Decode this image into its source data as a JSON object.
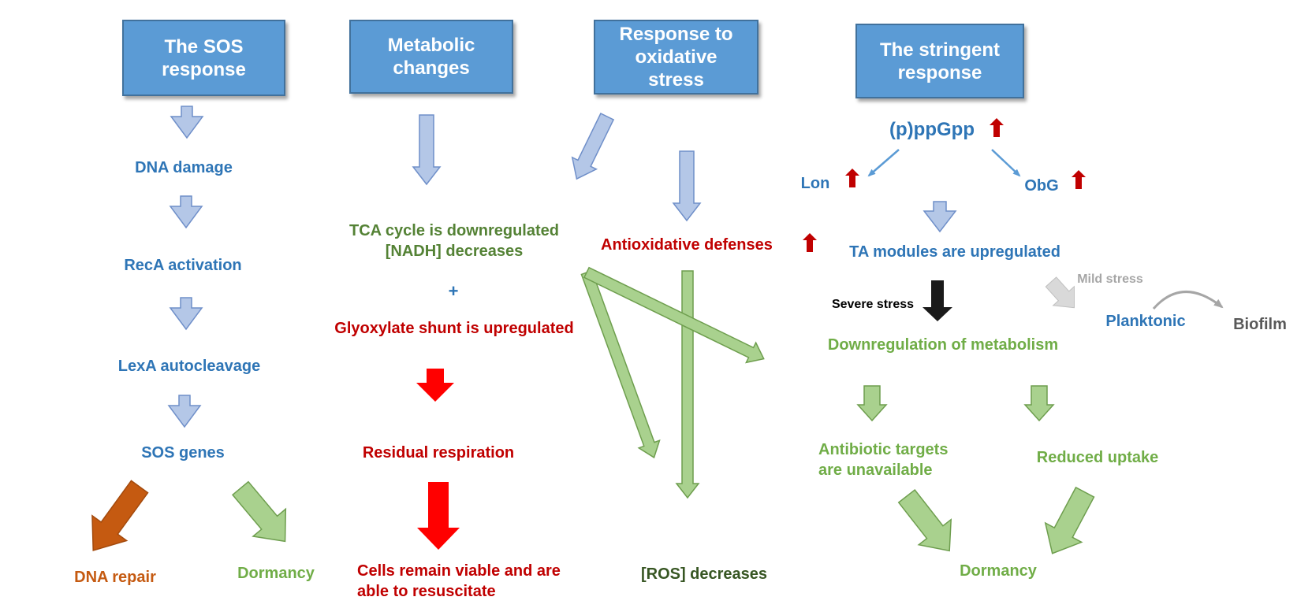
{
  "headers": {
    "sos": "The SOS\nresponse",
    "metabolic": "Metabolic\nchanges",
    "oxidative": "Response to\noxidative\nstress",
    "stringent": "The stringent\nresponse"
  },
  "sos_column": {
    "dna_damage": "DNA damage",
    "reca": "RecA activation",
    "lexa": "LexA autocleavage",
    "sos_genes": "SOS genes",
    "dna_repair": "DNA repair",
    "dormancy": "Dormancy"
  },
  "metabolic_column": {
    "tca": "TCA cycle is downregulated\n[NADH] decreases",
    "plus": "+",
    "glyoxylate": "Glyoxylate shunt is upregulated",
    "residual": "Residual  respiration",
    "viable": "Cells remain viable and are\nable to resuscitate"
  },
  "oxidative_column": {
    "antioxidative": "Antioxidative  defenses",
    "ros": "[ROS] decreases"
  },
  "stringent_column": {
    "ppgpp": "(p)ppGpp",
    "lon": "Lon",
    "obg": "ObG",
    "ta_modules": "TA modules  are upregulated",
    "severe_stress": "Severe stress",
    "mild_stress": "Mild stress",
    "planktonic": "Planktonic",
    "biofilm": "Biofilm",
    "downregulation": "Downregulation  of metabolism",
    "antibiotic_targets": "Antibiotic  targets\nare unavailable",
    "reduced_uptake": "Reduced uptake",
    "dormancy": "Dormancy"
  },
  "colors": {
    "header_fill": "#5b9bd5",
    "arrow_blue_fill": "#b4c7e7",
    "arrow_blue_stroke": "#6f8fc9",
    "arrow_green_fill": "#a9d18e",
    "arrow_green_stroke": "#6e9e4e",
    "arrow_red": "#ff0000",
    "arrow_dark_red": "#c00000",
    "arrow_orange": "#c55a11",
    "arrow_black": "#1a1a1a",
    "arrow_gray": "#d9d9d9"
  }
}
